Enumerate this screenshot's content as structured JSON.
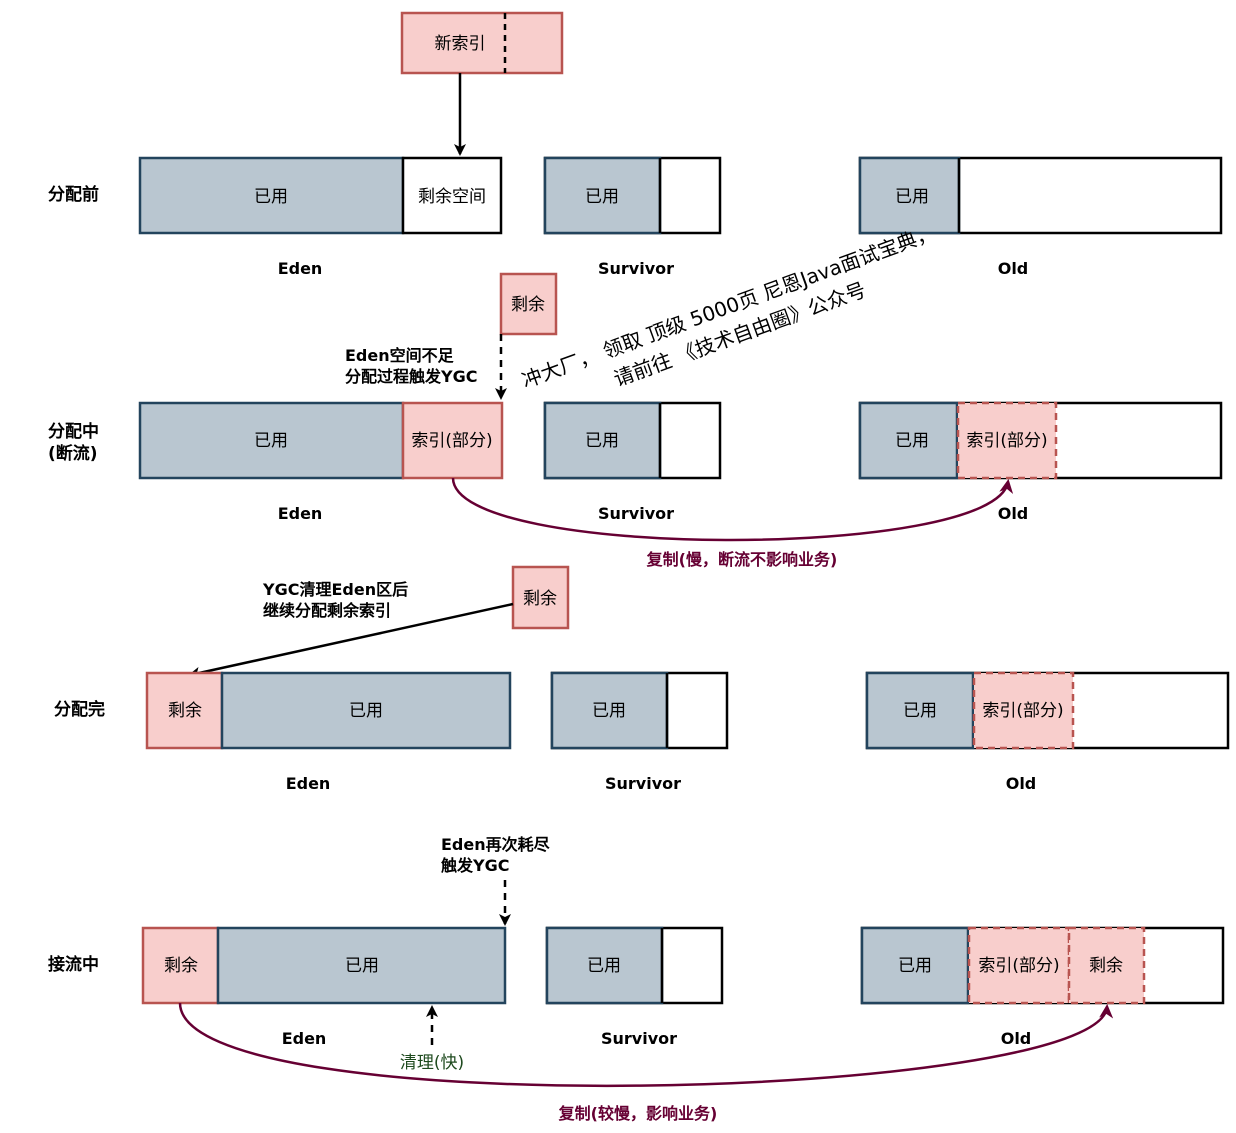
{
  "colors": {
    "used_fill": "#b9c6d0",
    "used_stroke": "#23445d",
    "index_fill": "#f8cecc",
    "index_stroke": "#b85450",
    "copy_arrow": "#660033",
    "clean_text": "#1e4a1e"
  },
  "top": {
    "new_index_label": "新索引"
  },
  "rows": {
    "before": {
      "label": "分配前"
    },
    "during": {
      "label_line1": "分配中",
      "label_line2": "(断流)"
    },
    "done": {
      "label": "分配完"
    },
    "resume": {
      "label": "接流中"
    }
  },
  "labels": {
    "used": "已用",
    "free_space": "剩余空间",
    "index_part": "索引(部分)",
    "remaining": "剩余"
  },
  "regions": {
    "eden": "Eden",
    "survivor": "Survivor",
    "old": "Old"
  },
  "notes": {
    "eden_insufficient_line1": "Eden空间不足",
    "eden_insufficient_line2": "分配过程触发YGC",
    "ygc_clean_line1": "YGC清理Eden区后",
    "ygc_clean_line2": "继续分配剩余索引",
    "eden_exhausted_line1": "Eden再次耗尽",
    "eden_exhausted_line2": "触发YGC",
    "copy_slow": "复制(慢，断流不影响业务)",
    "copy_slower": "复制(较慢，影响业务)",
    "clean_fast": "清理(快)"
  },
  "watermark": {
    "line1": "冲大厂， 领取 顶级 5000页 尼恩Java面试宝典，",
    "line2": "请前往 《技术自由圈》公众号"
  }
}
